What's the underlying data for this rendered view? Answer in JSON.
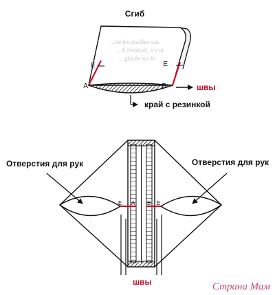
{
  "top_diagram": {
    "fold_label": "Сгиб",
    "seams_label": "швы",
    "rib_edge_label": "край с резинкой",
    "points": {
      "a": "A",
      "b": "B",
      "e_left": "E",
      "e_right": "E"
    }
  },
  "bottom_diagram": {
    "armhole_left_label": "Отверстия для рук",
    "armhole_right_label": "Отверстия для рук",
    "seams_label": "швы",
    "points": {
      "e_left": "E",
      "a_left": "A",
      "b_right": "B",
      "e_right": "E"
    }
  },
  "watermark": "Страна Мам",
  "colors": {
    "seam": "#c8102e",
    "ink": "#111111",
    "watermark": "#c24d6b"
  }
}
